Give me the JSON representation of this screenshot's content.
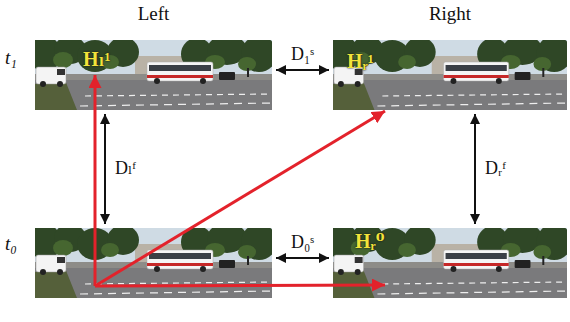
{
  "diagram": {
    "nodes": [
      {
        "text": [
          "Left",
          "t₁",
          "Hₗ¹"
        ]
      },
      {
        "text": [
          "Right",
          "Hᵣ¹"
        ]
      },
      {
        "text": [
          "t₀"
        ]
      },
      {
        "text": [
          "Hᵣ⁰"
        ]
      }
    ],
    "edges": [
      {
        "from": 2,
        "to": 0,
        "arrow": "to"
      },
      {
        "from": 2,
        "to": 1,
        "arrow": "to"
      },
      {
        "from": 2,
        "to": 3,
        "arrow": "to"
      },
      {
        "from": 0,
        "to": 1,
        "label": "D₁ˢ",
        "arrow": "both"
      },
      {
        "from": 0,
        "to": 2,
        "label": "Dₗᶠ",
        "arrow": "both"
      },
      {
        "from": 1,
        "to": 3,
        "label": "Dᵣᶠ",
        "arrow": "both"
      },
      {
        "from": 2,
        "to": 3,
        "label": "D₀ˢ",
        "arrow": "both"
      }
    ]
  }
}
